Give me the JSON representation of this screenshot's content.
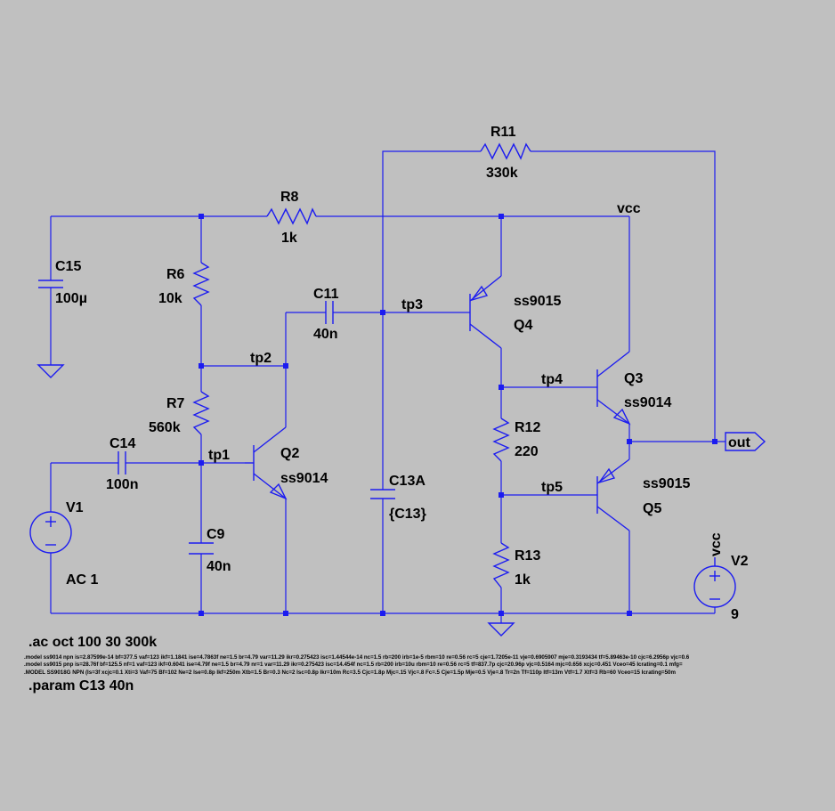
{
  "components": {
    "r11": {
      "name": "R11",
      "value": "330k"
    },
    "r8": {
      "name": "R8",
      "value": "1k"
    },
    "r6": {
      "name": "R6",
      "value": "10k"
    },
    "r7": {
      "name": "R7",
      "value": "560k"
    },
    "r12": {
      "name": "R12",
      "value": "220"
    },
    "r13": {
      "name": "R13",
      "value": "1k"
    },
    "c15": {
      "name": "C15",
      "value": "100µ"
    },
    "c11": {
      "name": "C11",
      "value": "40n"
    },
    "c14": {
      "name": "C14",
      "value": "100n"
    },
    "c9": {
      "name": "C9",
      "value": "40n"
    },
    "c13a": {
      "name": "C13A",
      "value": "{C13}"
    },
    "q2": {
      "name": "Q2",
      "model": "ss9014"
    },
    "q3": {
      "name": "Q3",
      "model": "ss9014"
    },
    "q4": {
      "name": "Q4",
      "model": "ss9015"
    },
    "q5": {
      "name": "Q5",
      "model": "ss9015"
    },
    "v1": {
      "name": "V1",
      "value": "AC 1"
    },
    "v2": {
      "name": "V2",
      "value": "9"
    }
  },
  "nets": {
    "tp1": "tp1",
    "tp2": "tp2",
    "tp3": "tp3",
    "tp4": "tp4",
    "tp5": "tp5",
    "vcc_top": "vcc",
    "vcc_v2": "vcc",
    "out": "out"
  },
  "directives": {
    "ac": ".ac oct 100 30 300k",
    "model1": ".model ss9014 npn is=2.87599e-14 bf=377.5 vaf=123 ikf=1.1841 ise=4.7863f ne=1.5 br=4.79 var=11.29 ikr=0.275423 isc=1.44544e-14 nc=1.5 rb=200 irb=1e-5 rbm=10 re=0.56 rc=5 cje=1.7205e-11 vje=0.6905907 mje=0.3193434 tf=5.89463e-10 cjc=6.2956p vjc=0.6",
    "model2": ".model ss9015 pnp is=28.76f bf=125.5 nf=1 vaf=123 ikf=0.6041 ise=4.79f ne=1.5 br=4.79 nr=1 var=11.29 ikr=0.275423 isc=14.454f nc=1.5 rb=200 irb=10u rbm=10 re=0.56 rc=5 tf=837.7p cjc=20.96p vjc=0.5164 mjc=0.656 xcjc=0.451 Vceo=45 Icrating=0.1 mfg=",
    "model3": ".MODEL SS9018G NPN (Is=3f xcjc=0.1 Xti=3 Vaf=75 Bf=102 Ne=2 Ise=0.8p Ikf=250m Xtb=1.5 Br=0.3 Nc=2 Isc=0.8p Ikr=10m Rc=3.5 Cjc=1.8p Mjc=.15 Vjc=.8 Fc=.5 Cje=1.5p Mje=0.5 Vje=.8 Tr=2n Tf=110p Itf=13m Vtf=1.7 Xtf=3 Rb=60 Vceo=15 Icrating=50m",
    "param": ".param C13 40n"
  },
  "colors": {
    "background": "#c0c0c0",
    "wire": "#1c1cf0",
    "text": "#000000"
  }
}
